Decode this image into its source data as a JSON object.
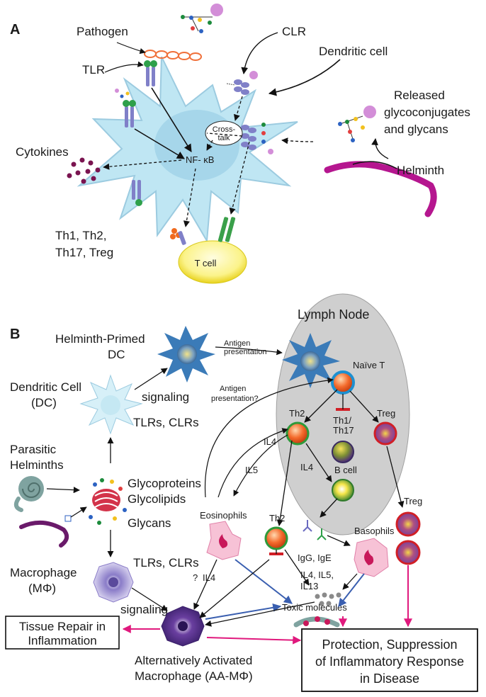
{
  "panel_a": {
    "letter": "A",
    "pathogen": "Pathogen",
    "clr": "CLR",
    "tlr": "TLR",
    "dendritic_cell": "Dendritic cell",
    "released_1": "Released",
    "released_2": "glycoconjugates",
    "released_3": "and glycans",
    "helminth": "Helminth",
    "cytokines": "Cytokines",
    "crosstalk_1": "Cross-",
    "crosstalk_2": "talk",
    "nfkb": "NF- κB",
    "th_1": "Th1, Th2,",
    "th_2": "Th17,  Treg",
    "tcell": "T cell"
  },
  "panel_b": {
    "letter": "B",
    "lymph_node": "Lymph Node",
    "helminth_primed_1": "Helminth-Primed",
    "helminth_primed_2": "DC",
    "antigen_presentation_1": "Antigen",
    "antigen_presentation_2": "presentation",
    "antigen_presentation_q_1": "Antigen",
    "antigen_presentation_q_2": "presentation?",
    "naive_t": "Naïve T",
    "dc_1": "Dendritic Cell",
    "dc_2": "(DC)",
    "signaling_top": "signaling",
    "tlrs_clrs_top": "TLRs, CLRs",
    "parasitic_1": "Parasitic",
    "parasitic_2": "Helminths",
    "glycoproteins": "Glycoproteins",
    "glycolipids": "Glycolipids",
    "glycans": "Glycans",
    "th2": "Th2",
    "th1_th17_1": "Th1/",
    "th1_th17_2": "Th17",
    "treg": "Treg",
    "il4_a": "IL4",
    "il5": "IL5",
    "il4_b": "IL4",
    "b_cell": "B cell",
    "eosinophils": "Eosinophils",
    "th2_lower": "Th2",
    "treg_lower": "Treg",
    "igg_ige": "IgG, IgE",
    "basophils": "Basophils",
    "il_group_1": "IL4, IL5,",
    "il_group_2": "IL13",
    "question": "?",
    "il4_c": "IL4",
    "macrophage_1": "Macrophage",
    "macrophage_2": "(MΦ)",
    "tlrs_clrs_bottom": "TLRs, CLRs",
    "signaling_bottom": "signaling",
    "toxic": "Toxic molecules",
    "tissue_1": "Tissue Repair in",
    "tissue_2": "Inflammation",
    "aam_1": "Alternatively Activated",
    "aam_2": "Macrophage (AA-MΦ)",
    "protection_1": "Protection, Suppression",
    "protection_2": "of Inflammatory Response",
    "protection_3": "in Disease"
  },
  "colors": {
    "dc_blue": "#bfe6f3",
    "helminth_magenta": "#b5168f",
    "inhibit_red": "#d11f26",
    "effect_blue": "#3a5fb0",
    "protect_pink": "#e0197d",
    "lymph_gray": "#cfcfcf"
  }
}
